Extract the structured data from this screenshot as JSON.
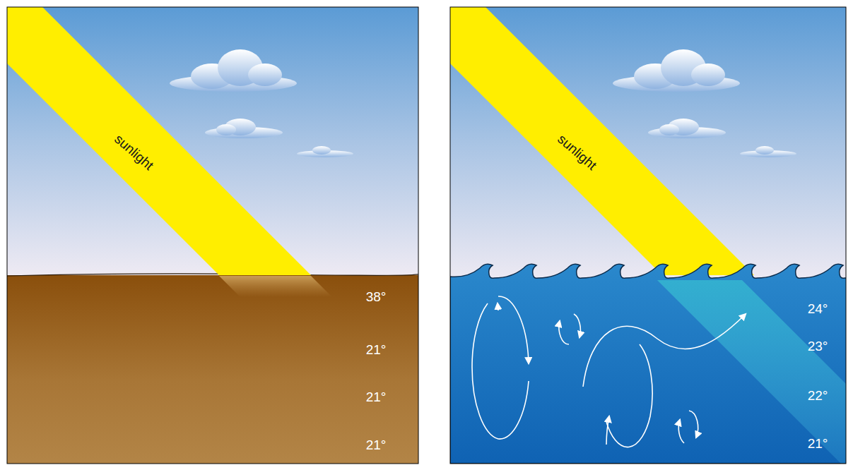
{
  "diagram": {
    "labels": [
      "sunlight",
      "38°",
      "21°",
      "21°",
      "21°",
      "sunlight",
      "24°",
      "23°",
      "22°",
      "21°"
    ]
  }
}
